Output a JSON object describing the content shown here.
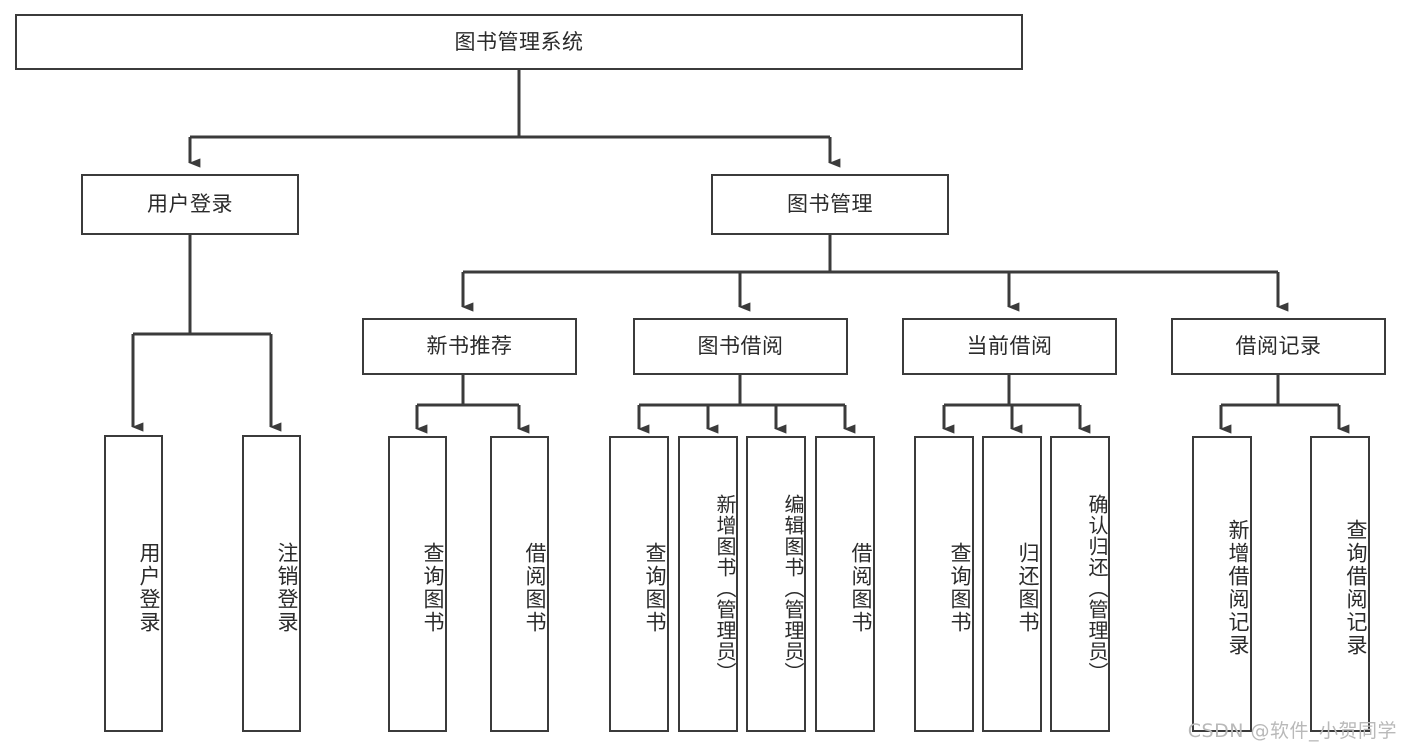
{
  "diagram": {
    "title": "图书管理系统",
    "watermark": "CSDN @软件_小贺同学",
    "line_color": "#3b3b3b",
    "text_color": "#2b2b2b",
    "background": "#ffffff",
    "levels": {
      "root": {
        "label": "图书管理系统"
      },
      "level2": [
        {
          "label": "用户登录"
        },
        {
          "label": "图书管理"
        }
      ],
      "level3": [
        {
          "label": "新书推荐"
        },
        {
          "label": "图书借阅"
        },
        {
          "label": "当前借阅"
        },
        {
          "label": "借阅记录"
        }
      ],
      "leaves_user_login": [
        {
          "label": "用户登录"
        },
        {
          "label": "注销登录"
        }
      ],
      "leaves_new_book": [
        {
          "label": "查询图书"
        },
        {
          "label": "借阅图书"
        }
      ],
      "leaves_borrow": [
        {
          "label": "查询图书"
        },
        {
          "label": "新增图书（管理员）"
        },
        {
          "label": "编辑图书（管理员）"
        },
        {
          "label": "借阅图书"
        }
      ],
      "leaves_current": [
        {
          "label": "查询图书"
        },
        {
          "label": "归还图书"
        },
        {
          "label": "确认归还（管理员）"
        }
      ],
      "leaves_records": [
        {
          "label": "新增借阅记录"
        },
        {
          "label": "查询借阅记录"
        }
      ]
    }
  }
}
